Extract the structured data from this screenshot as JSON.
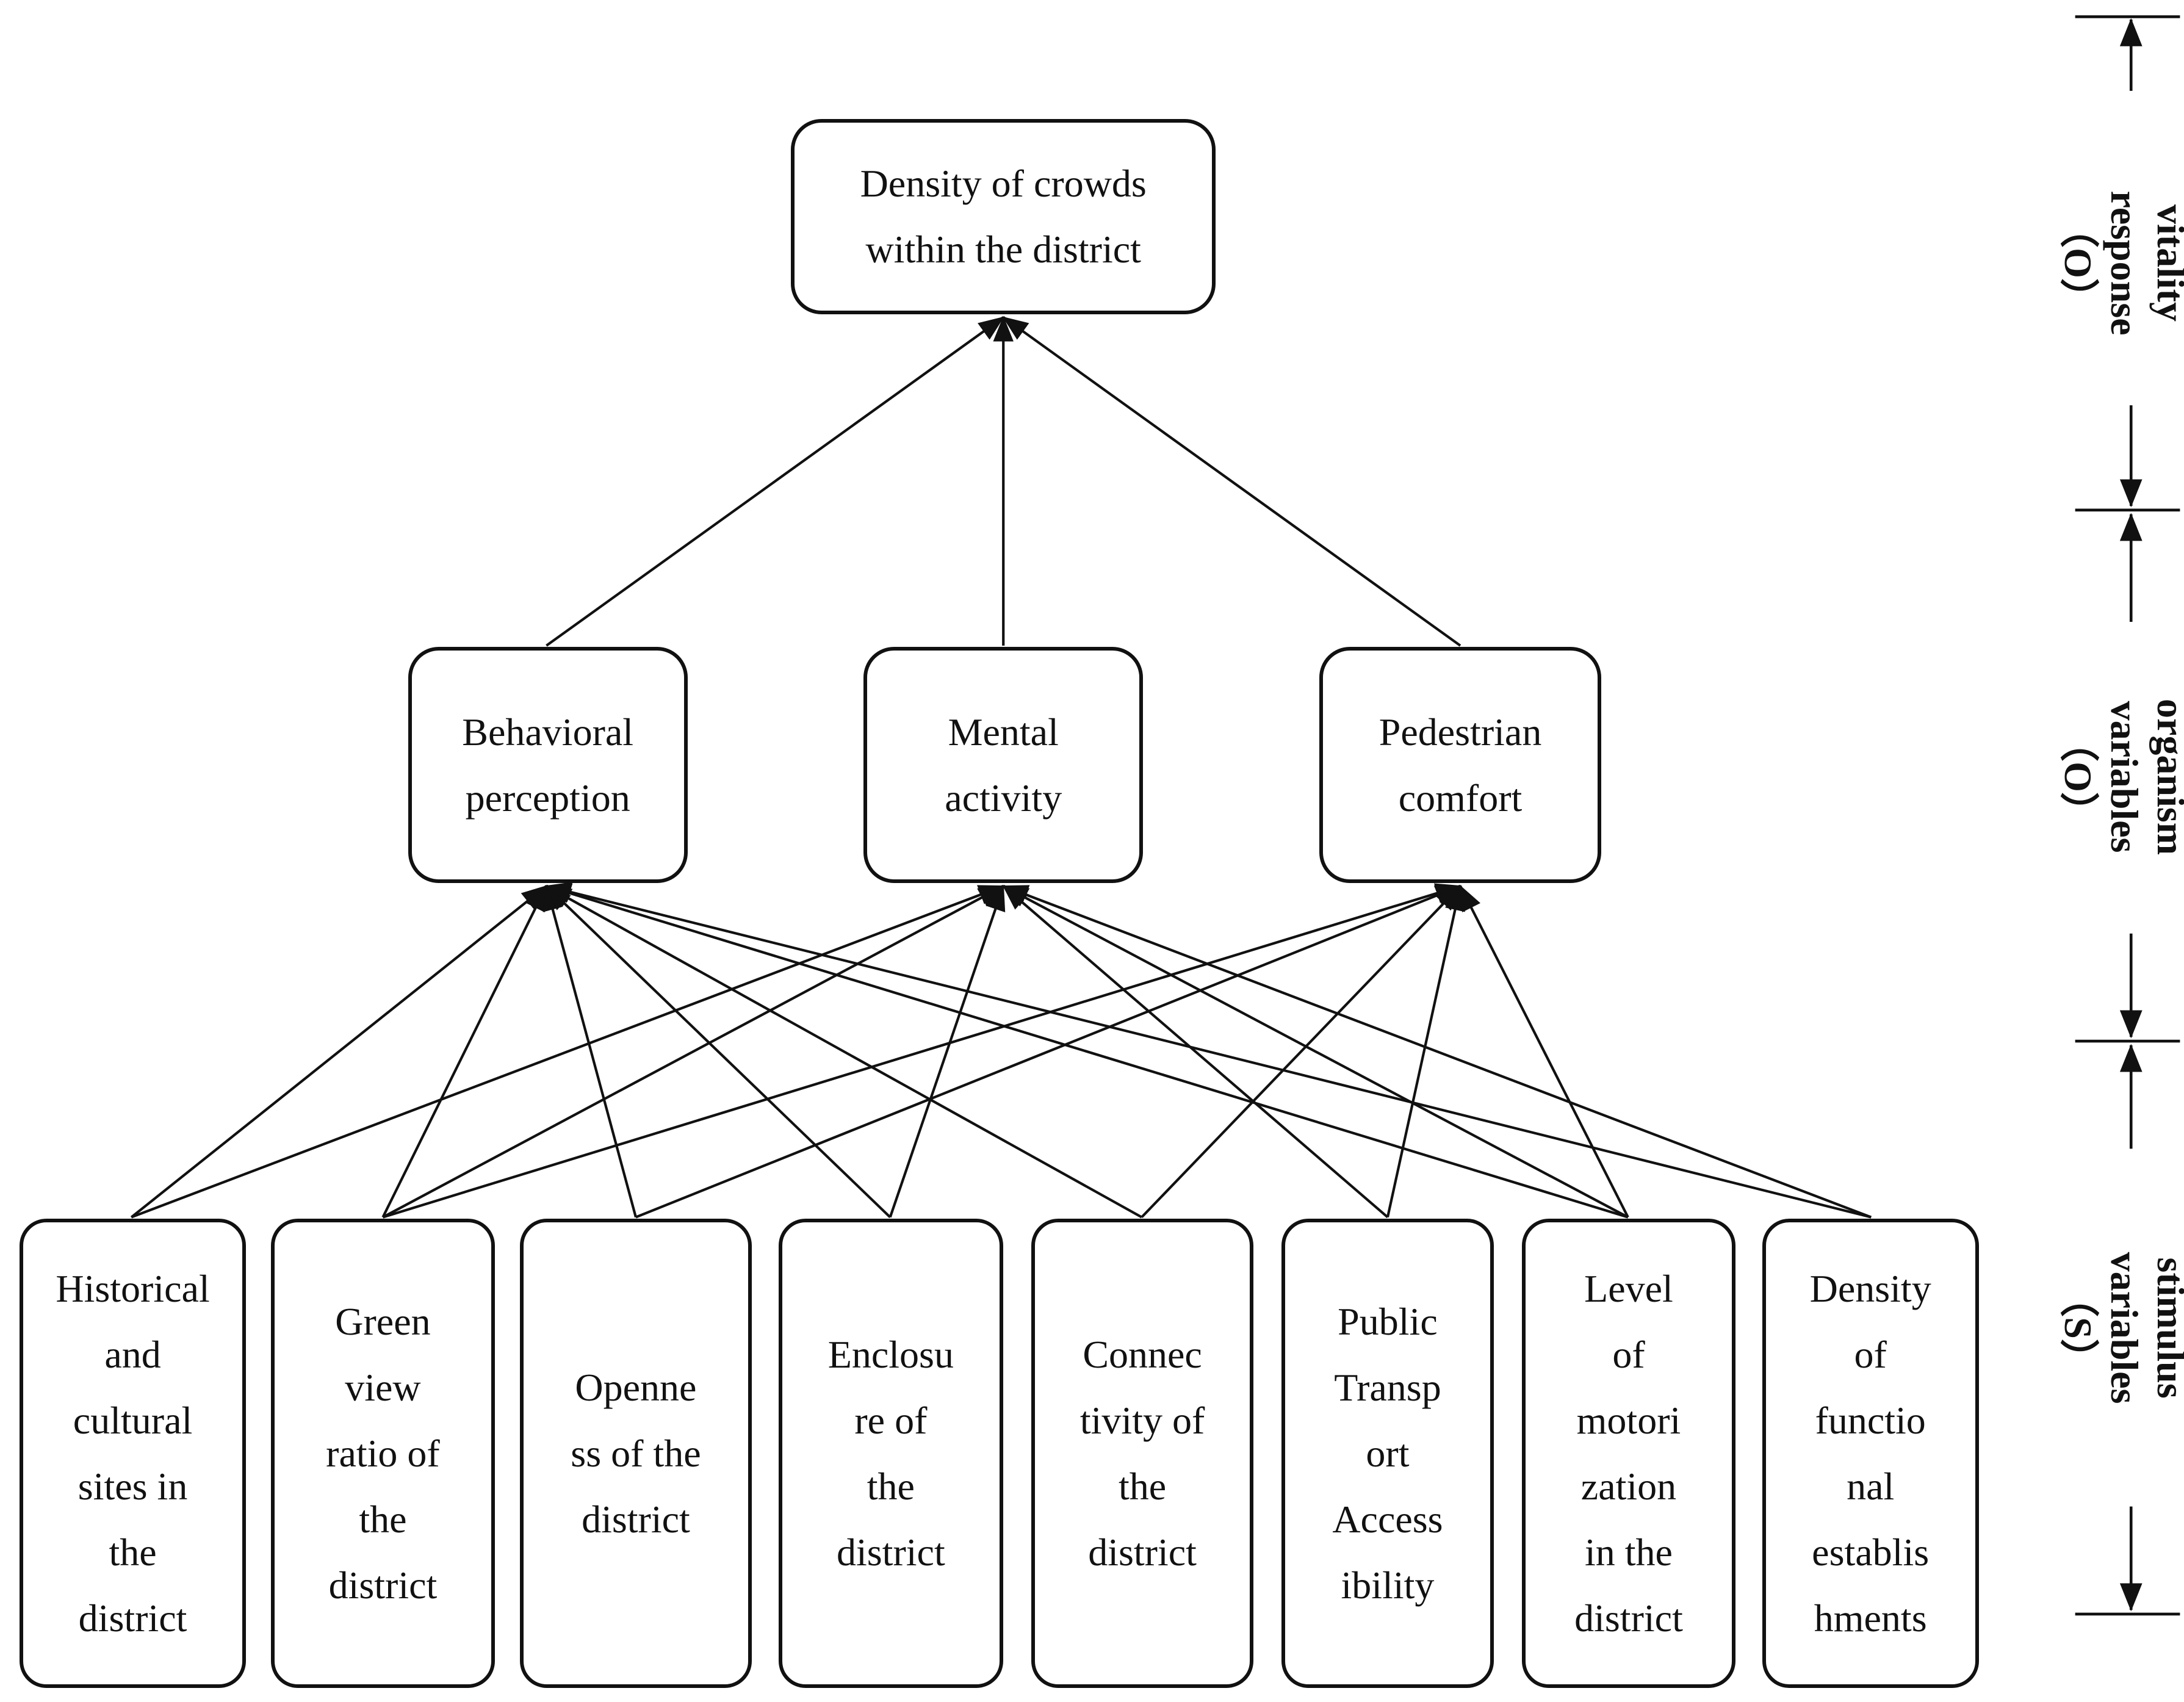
{
  "top_node": {
    "label": "Density of crowds\nwithin the district"
  },
  "organism_nodes": [
    {
      "id": "behavioral",
      "label": "Behavioral\nperception"
    },
    {
      "id": "mental",
      "label": "Mental\nactivity"
    },
    {
      "id": "pedestrian",
      "label": "Pedestrian\ncomfort"
    }
  ],
  "stimulus_nodes": [
    {
      "id": "historical",
      "label": "Historical\nand\ncultural\nsites in\nthe\ndistrict"
    },
    {
      "id": "green",
      "label": "Green\nview\nratio of\nthe\ndistrict"
    },
    {
      "id": "openness",
      "label": "Openne\nss of the\ndistrict"
    },
    {
      "id": "enclosure",
      "label": "Enclosu\nre of\nthe\ndistrict"
    },
    {
      "id": "connectivity",
      "label": "Connec\ntivity of\nthe\ndistrict"
    },
    {
      "id": "transport",
      "label": "Public\nTransp\nort\nAccess\nibility"
    },
    {
      "id": "motorization",
      "label": "Level\nof\nmotori\nzation\nin the\ndistrict"
    },
    {
      "id": "functional",
      "label": "Density\nof\nfunctio\nnal\nestablis\nhments"
    }
  ],
  "edges_stimulus_to_organism": [
    [
      "historical",
      "behavioral"
    ],
    [
      "historical",
      "mental"
    ],
    [
      "green",
      "behavioral"
    ],
    [
      "green",
      "mental"
    ],
    [
      "green",
      "pedestrian"
    ],
    [
      "openness",
      "behavioral"
    ],
    [
      "openness",
      "pedestrian"
    ],
    [
      "enclosure",
      "behavioral"
    ],
    [
      "enclosure",
      "mental"
    ],
    [
      "connectivity",
      "behavioral"
    ],
    [
      "connectivity",
      "pedestrian"
    ],
    [
      "transport",
      "mental"
    ],
    [
      "transport",
      "pedestrian"
    ],
    [
      "motorization",
      "behavioral"
    ],
    [
      "motorization",
      "mental"
    ],
    [
      "motorization",
      "pedestrian"
    ],
    [
      "functional",
      "behavioral"
    ],
    [
      "functional",
      "mental"
    ]
  ],
  "edges_organism_to_top": [
    "behavioral",
    "mental",
    "pedestrian"
  ],
  "side_labels": [
    {
      "id": "response",
      "label": "vitality\nresponse（O）"
    },
    {
      "id": "organism",
      "label": "organism\nvariables（O）"
    },
    {
      "id": "stimulus",
      "label": "stimulus\nvariables（S）"
    }
  ]
}
